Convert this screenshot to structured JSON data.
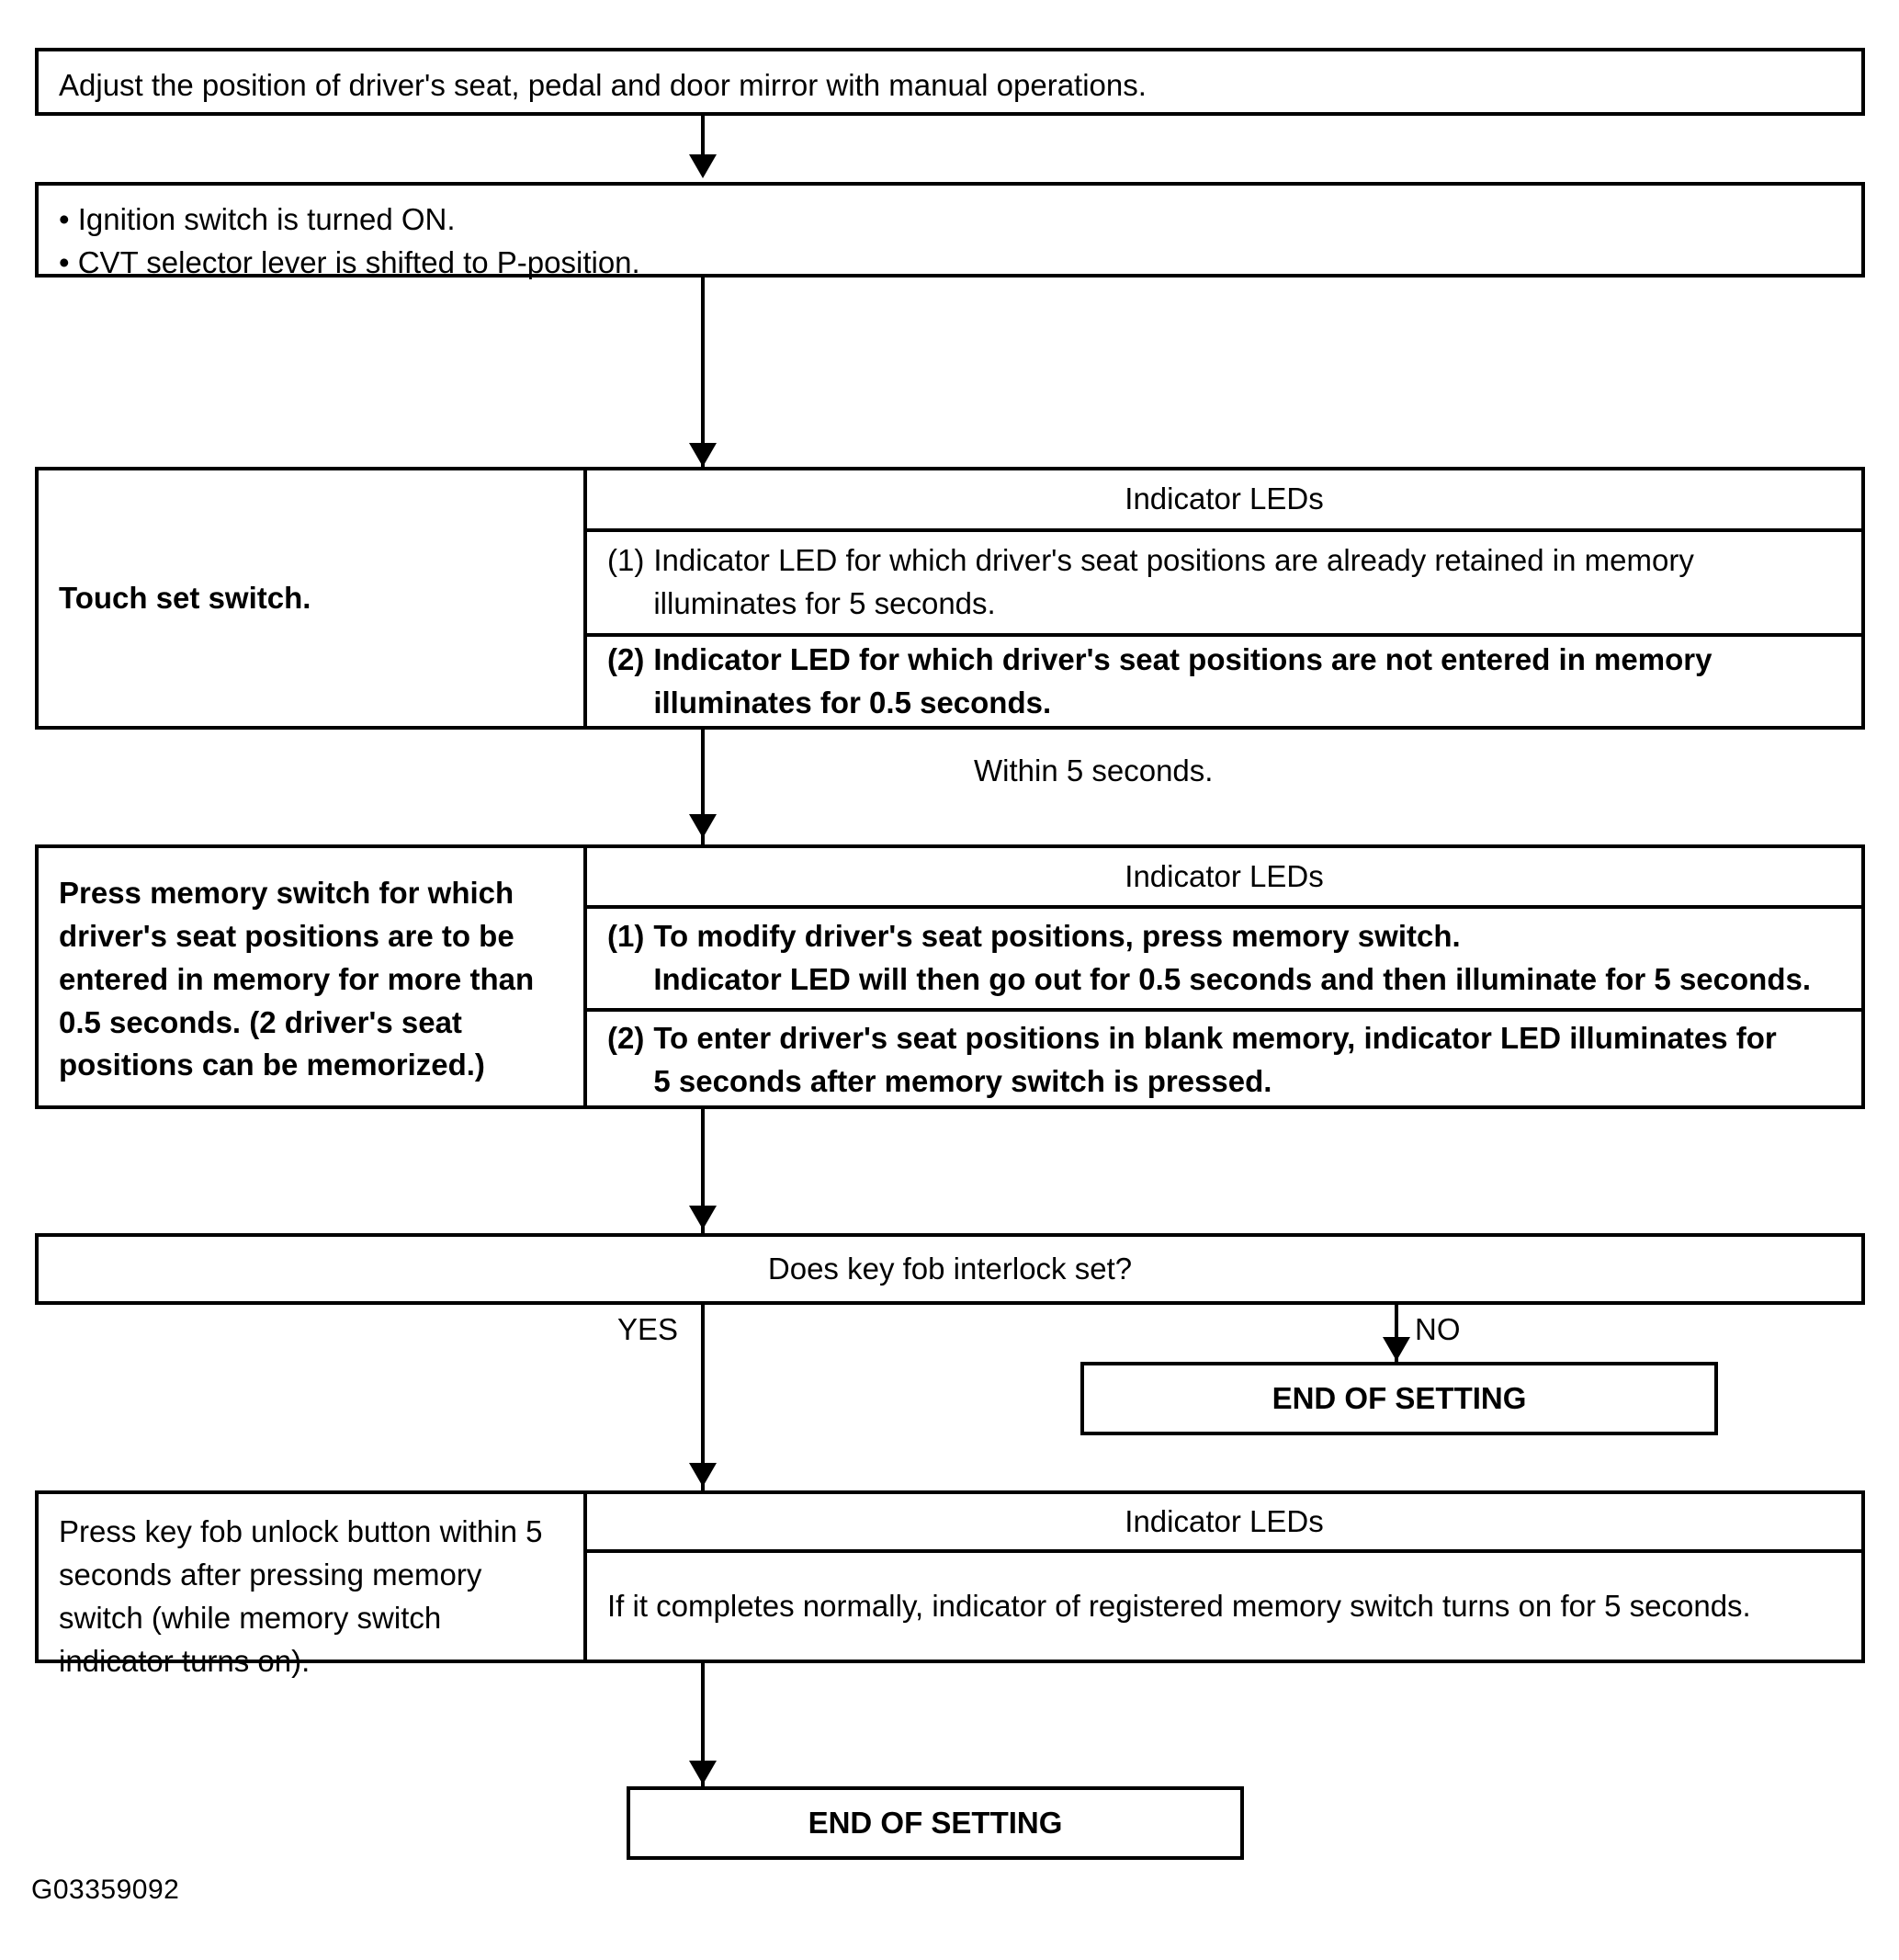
{
  "diagram": {
    "figure_code": "G03359092",
    "led_header": "Indicator LEDs",
    "steps": {
      "adjust": "Adjust the position of driver's seat, pedal and door mirror with manual operations.",
      "conditions": "• Ignition switch is turned ON.\n• CVT selector lever is shifted to P-position.",
      "touch_set_switch": "Touch set switch.",
      "touch_led_1_num": "(1)",
      "touch_led_1_text": "Indicator LED for which driver's seat positions are already retained in memory illuminates for 5 seconds.",
      "touch_led_2_num": "(2)",
      "touch_led_2_text": "Indicator LED for which driver's seat positions are not entered in memory illuminates for 0.5 seconds.",
      "within_5_seconds": "Within 5 seconds.",
      "press_memory_switch": "Press memory switch for which driver's seat positions are to be entered in memory for more than 0.5 seconds. (2 driver's seat positions can be memorized.)",
      "memory_led_1_num": "(1)",
      "memory_led_1_text": "To modify driver's seat positions, press memory switch.\nIndicator LED will then go out for 0.5 seconds and then illuminate for 5 seconds.",
      "memory_led_2_num": "(2)",
      "memory_led_2_text": "To enter driver's seat positions in blank memory, indicator LED illuminates for 5 seconds after memory switch is pressed.",
      "decision": "Does key fob interlock set?",
      "branch_yes": "YES",
      "branch_no": "NO",
      "end_of_setting_no": "END OF SETTING",
      "press_key_fob": "Press key fob unlock button within 5 seconds after pressing memory switch (while memory switch indicator turns on).",
      "key_fob_led_text": "If it completes normally, indicator of registered memory switch turns on for 5 seconds.",
      "end_of_setting_final": "END OF SETTING"
    }
  }
}
